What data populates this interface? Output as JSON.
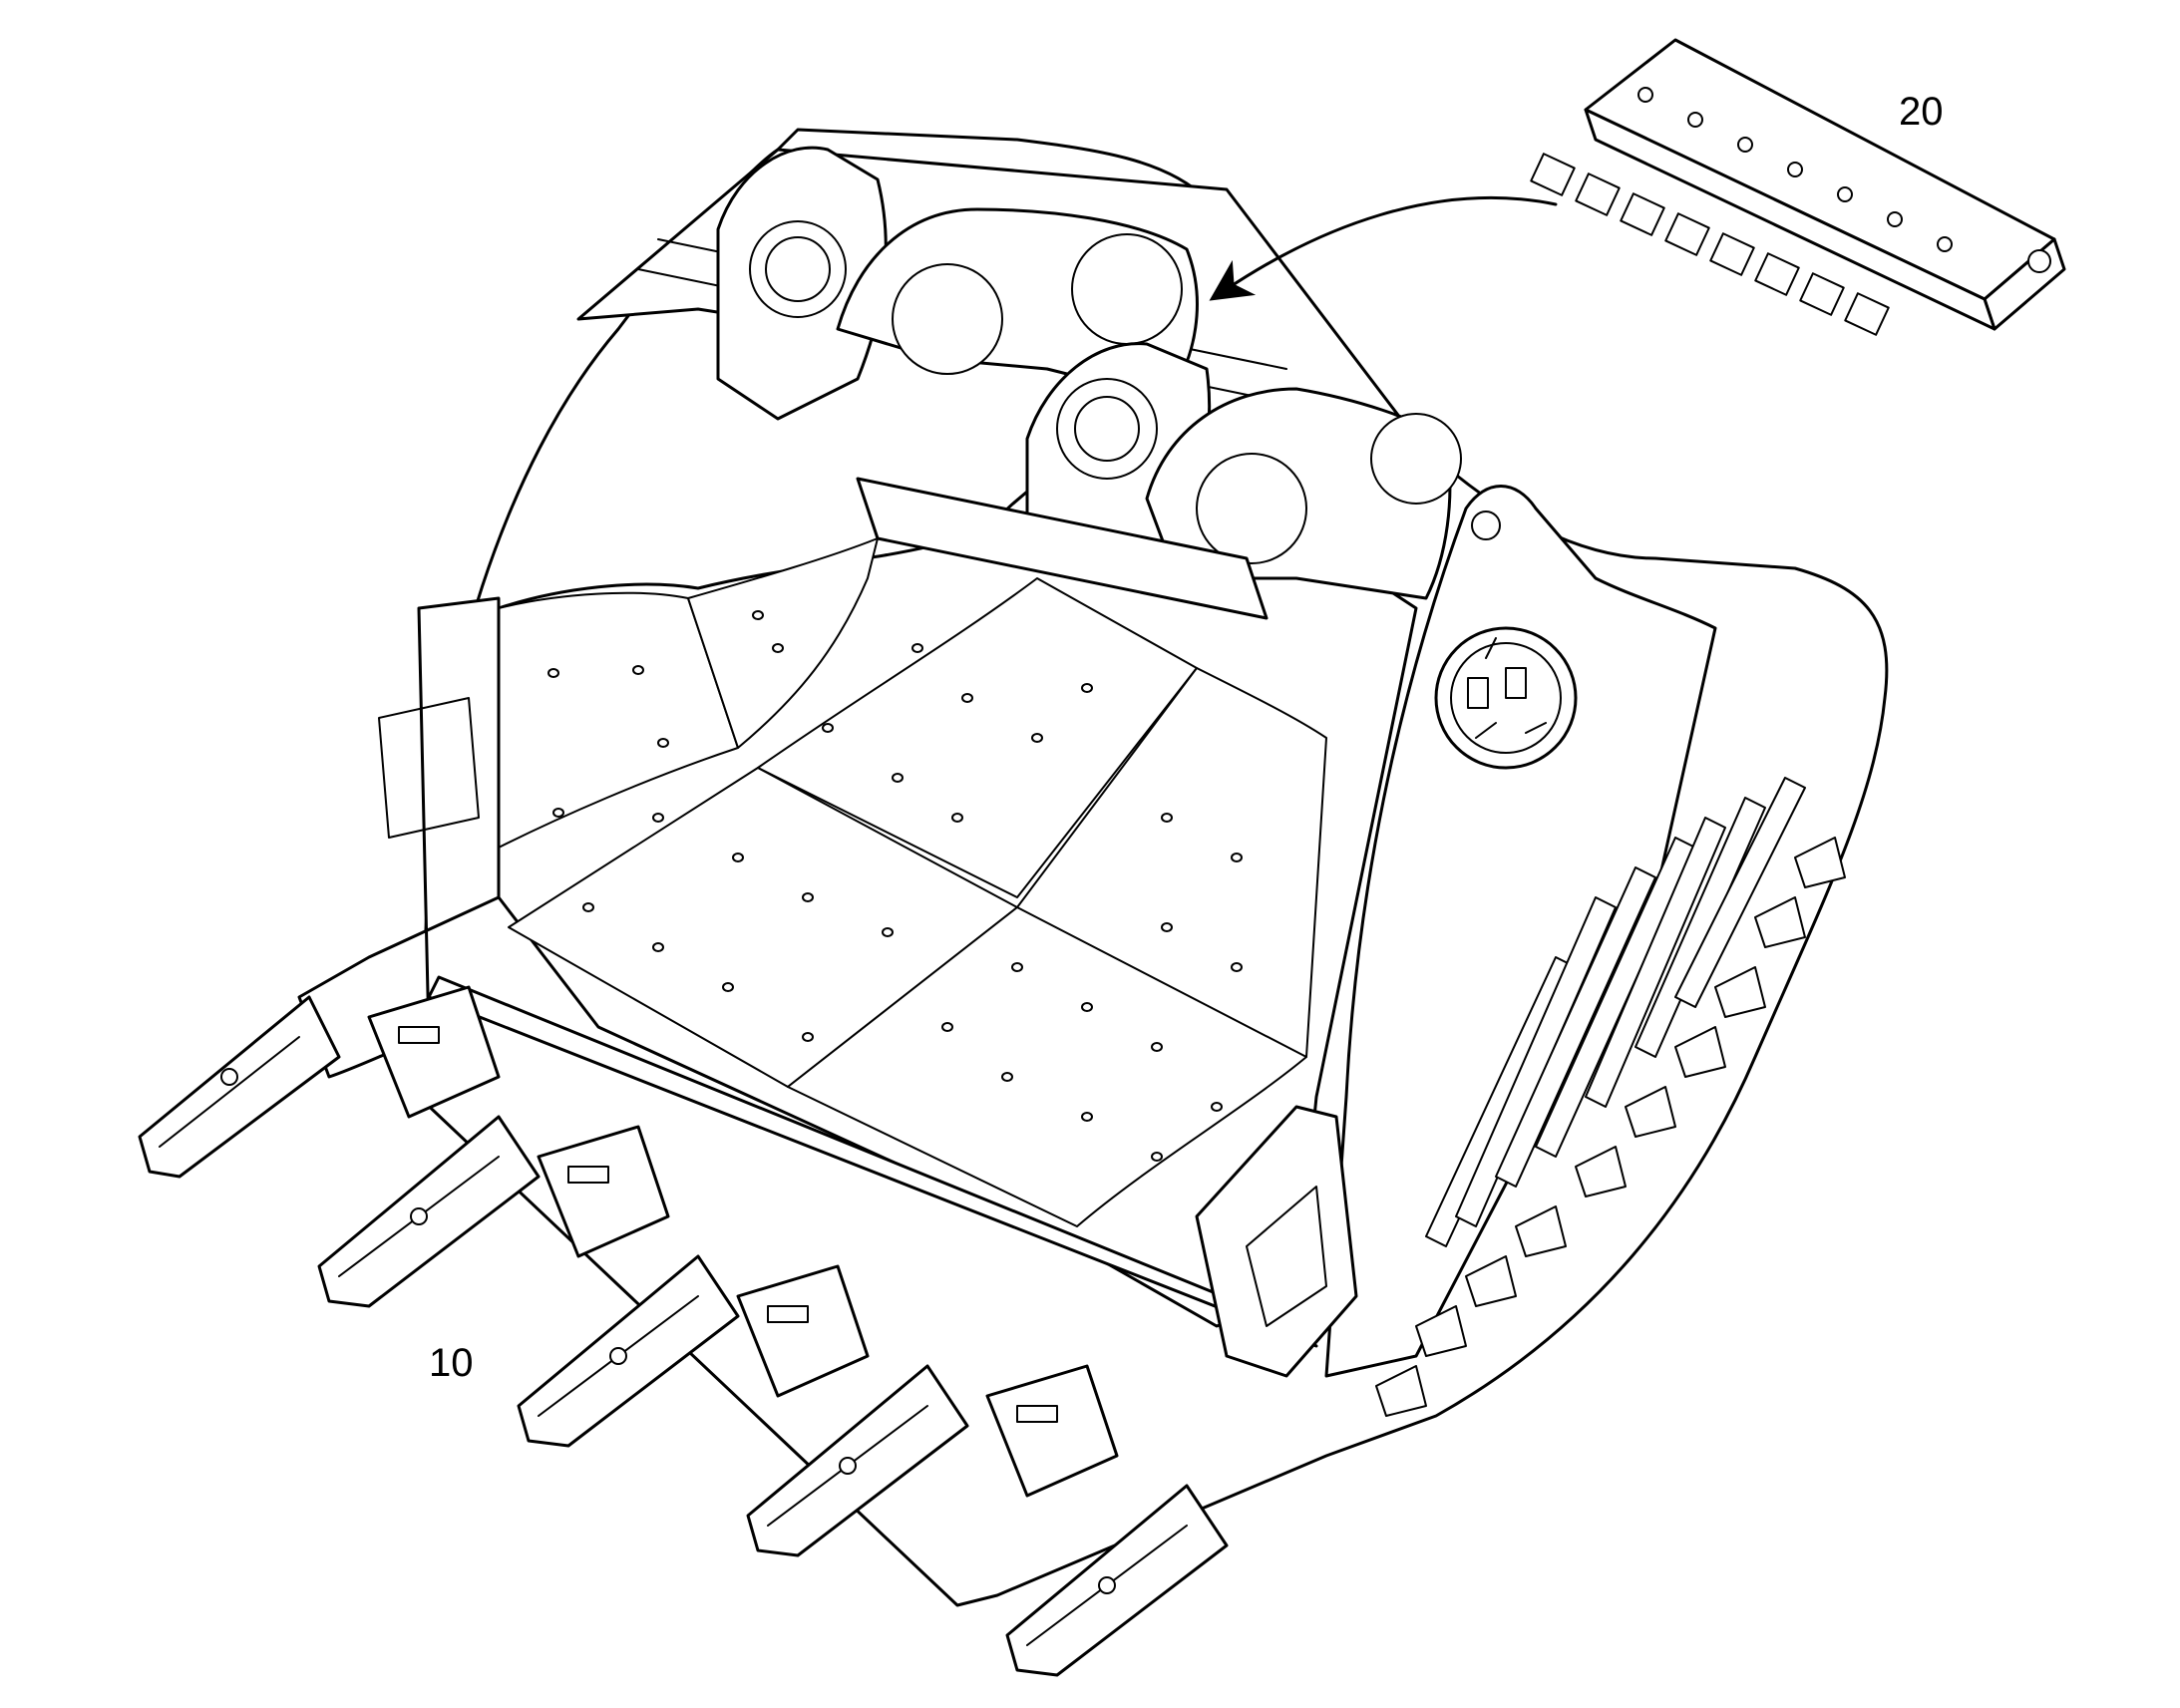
{
  "callouts": {
    "bucket": "10",
    "lube_manifold": "20"
  },
  "colors": {
    "line": "#000000",
    "background": "#ffffff"
  },
  "icons": {
    "arrow": "curved-arrow"
  }
}
